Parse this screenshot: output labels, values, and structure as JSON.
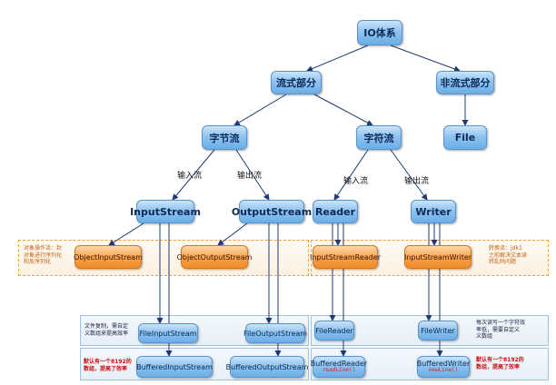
{
  "nodes": {
    "io": "IO体系",
    "streaming": "流式部分",
    "non_streaming": "非流式部分",
    "file": "File",
    "byte_stream": "字节流",
    "char_stream": "字符流",
    "input_stream": "InputStream",
    "output_stream": "OutputStream",
    "reader": "Reader",
    "writer": "Writer",
    "object_input_stream": "ObjectInputStream",
    "object_output_stream": "ObjectOutputStream",
    "input_stream_reader": "InputStreamReader",
    "input_stream_writer": "InputStreamWriter",
    "file_input_stream": "FileInputStream",
    "file_output_stream": "FileOutputStream",
    "file_reader": "FileReader",
    "file_writer": "FileWriter",
    "buffered_input_stream": "BufferedInputStream",
    "buffered_output_stream": "BufferedOutputStream",
    "buffered_reader": "BufferedReader",
    "buffered_reader_method": "readLine()",
    "buffered_writer": "BufferedWriter",
    "buffered_writer_method": "newLine()"
  },
  "edge_labels": {
    "byte_input": "输入流",
    "byte_output": "输出流",
    "char_input": "输入流",
    "char_output": "输出流"
  },
  "notes": {
    "object_streams": [
      "对象操作流：封",
      "对象进行序列化",
      "和反序列化"
    ],
    "conversion_streams": [
      "转换流：jdk1",
      "之前解决文本读",
      "转乱码问题"
    ],
    "file_byte_streams": [
      "文件复制，需自定",
      "义数组来提高效率"
    ],
    "file_char_streams": [
      "每次读写一个字符效",
      "率低，需要自定义",
      "义数组"
    ],
    "buffered_byte_streams": [
      "默认有一个8192的",
      "数组，提高了效率"
    ],
    "buffered_char_streams": [
      "默认有一个8192的",
      "数组，提高了效率"
    ]
  },
  "colors": {
    "node_blue": "#8fc3ef",
    "node_orange": "#f7a04a",
    "arrow": "#1f3b73",
    "note_red": "#cc1010",
    "note_orange": "#c06010"
  }
}
